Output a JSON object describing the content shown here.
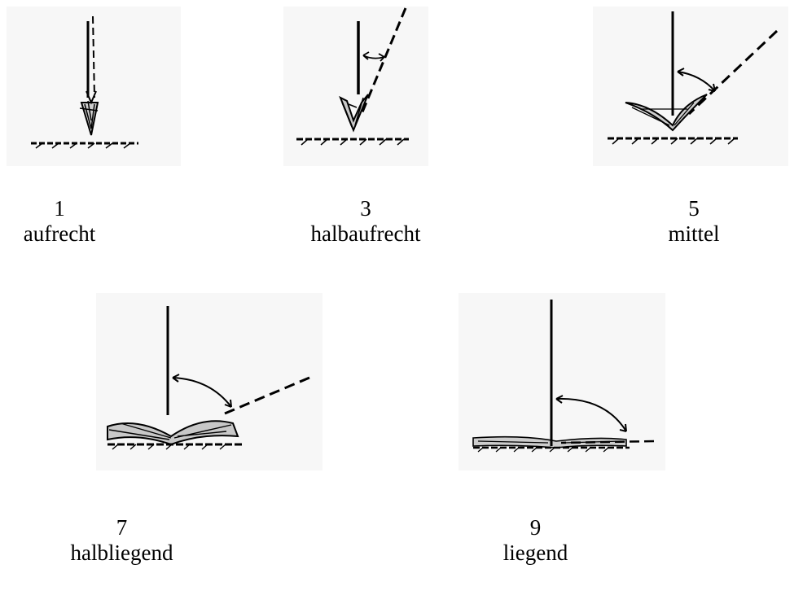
{
  "figures": [
    {
      "number": "1",
      "label": "aufrecht"
    },
    {
      "number": "3",
      "label": "halbaufrecht"
    },
    {
      "number": "5",
      "label": "mittel"
    },
    {
      "number": "7",
      "label": "halbliegend"
    },
    {
      "number": "9",
      "label": "liegend"
    }
  ],
  "colors": {
    "ink": "#000000",
    "panel_background": "#f7f7f7",
    "page_background": "#ffffff"
  }
}
